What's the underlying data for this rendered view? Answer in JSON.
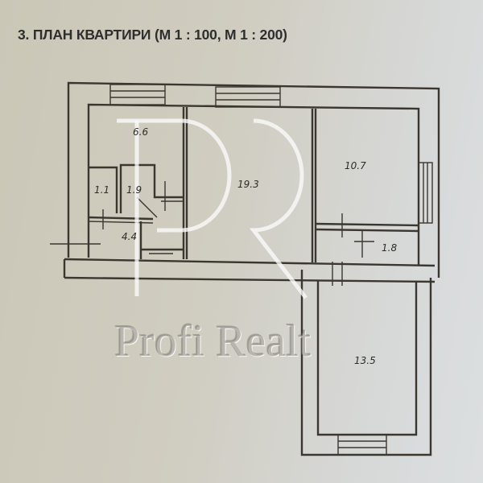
{
  "title": "3. ПЛАН КВАРТИРИ (М 1 : 100, М 1 : 200)",
  "rooms": {
    "r66": "6.6",
    "r193": "19.3",
    "r107": "10.7",
    "r11": "1.1",
    "r19": "1.9",
    "r44": "4.4",
    "r18": "1.8",
    "r135": "13.5"
  },
  "watermark": {
    "logo": "PR",
    "text": "Profi Realt"
  }
}
